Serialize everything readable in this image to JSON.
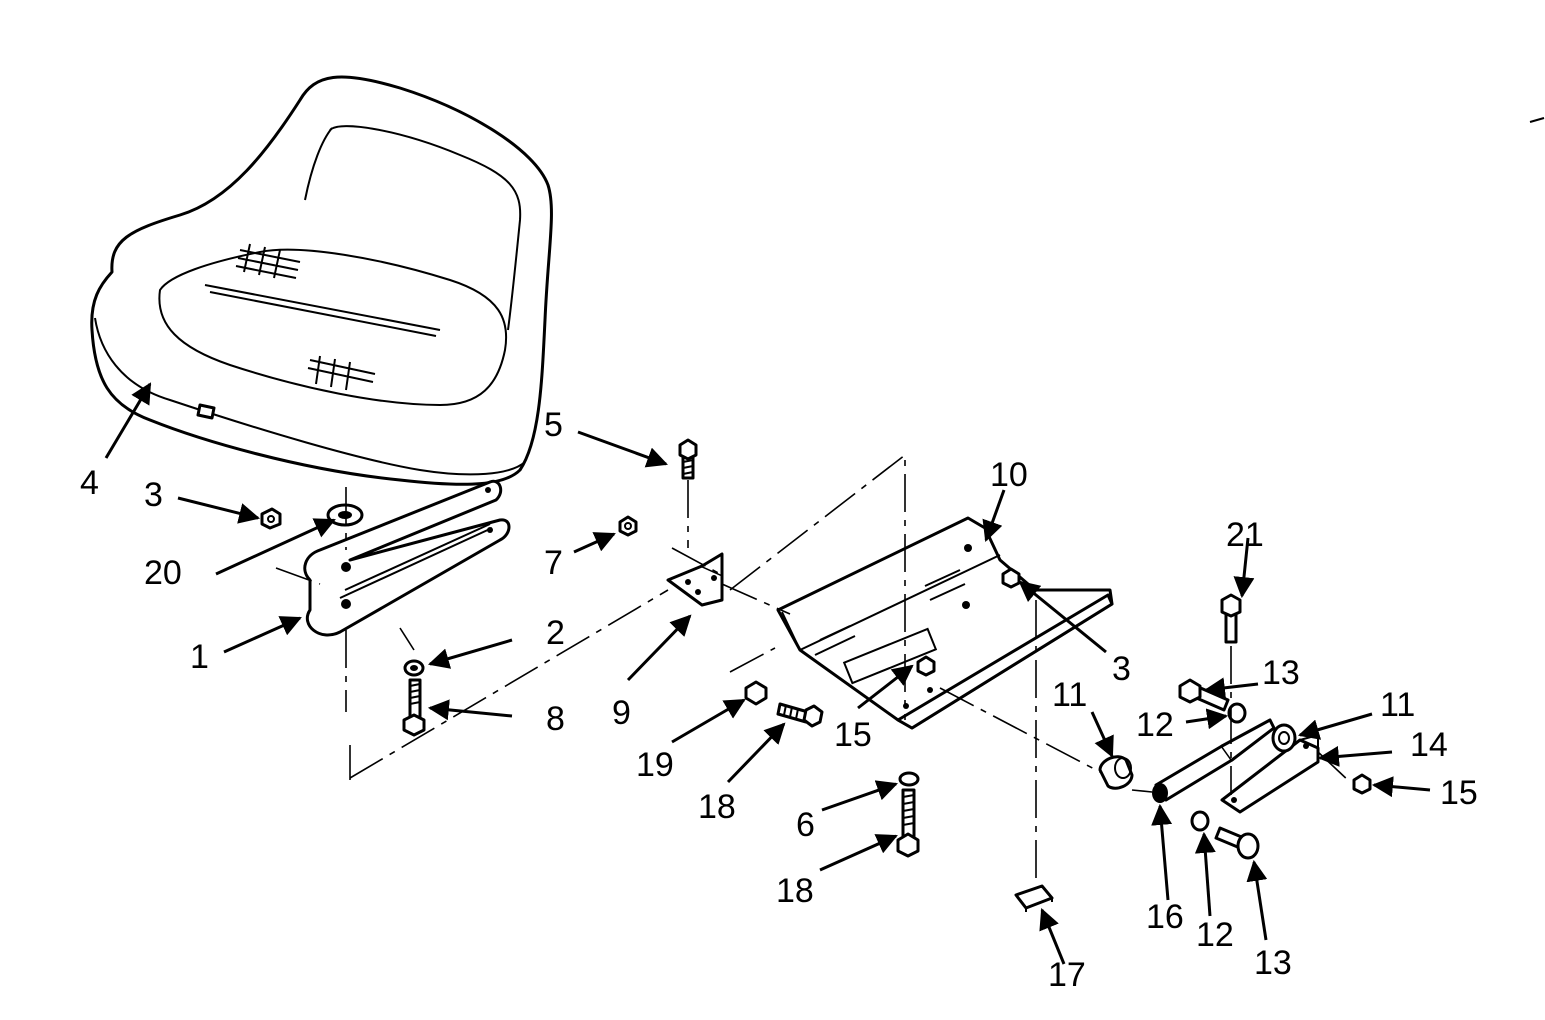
{
  "callouts": [
    {
      "id": "c1",
      "label": "1"
    },
    {
      "id": "c2",
      "label": "2"
    },
    {
      "id": "c3a",
      "label": "3"
    },
    {
      "id": "c3b",
      "label": "3"
    },
    {
      "id": "c4",
      "label": "4"
    },
    {
      "id": "c5",
      "label": "5"
    },
    {
      "id": "c6",
      "label": "6"
    },
    {
      "id": "c7",
      "label": "7"
    },
    {
      "id": "c8",
      "label": "8"
    },
    {
      "id": "c9",
      "label": "9"
    },
    {
      "id": "c10",
      "label": "10"
    },
    {
      "id": "c11a",
      "label": "11"
    },
    {
      "id": "c11b",
      "label": "11"
    },
    {
      "id": "c12a",
      "label": "12"
    },
    {
      "id": "c12b",
      "label": "12"
    },
    {
      "id": "c13a",
      "label": "13"
    },
    {
      "id": "c13b",
      "label": "13"
    },
    {
      "id": "c14",
      "label": "14"
    },
    {
      "id": "c15a",
      "label": "15"
    },
    {
      "id": "c15b",
      "label": "15"
    },
    {
      "id": "c16",
      "label": "16"
    },
    {
      "id": "c17",
      "label": "17"
    },
    {
      "id": "c18a",
      "label": "18"
    },
    {
      "id": "c18b",
      "label": "18"
    },
    {
      "id": "c19",
      "label": "19"
    },
    {
      "id": "c20",
      "label": "20"
    },
    {
      "id": "c21",
      "label": "21"
    }
  ]
}
